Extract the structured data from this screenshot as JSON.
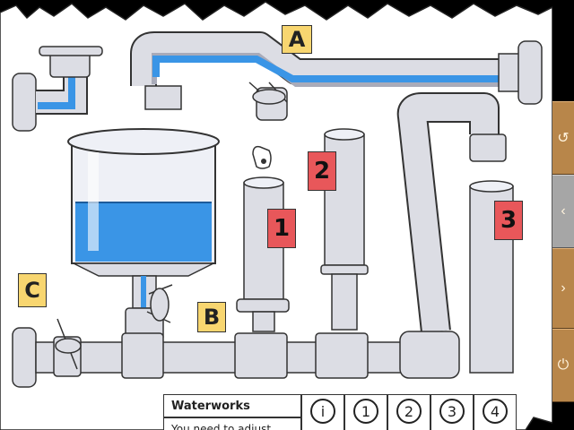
{
  "tags": {
    "a": "A",
    "b": "B",
    "c": "C",
    "one": "1",
    "two": "2",
    "three": "3"
  },
  "sidebar": {
    "undo_icon": "↺",
    "prev_icon": "‹",
    "next_icon": "›",
    "power_icon": "⏻"
  },
  "notebook": {
    "title": "Waterworks",
    "text": "You need to adjust...",
    "tabs": [
      "i",
      "1",
      "2",
      "3",
      "4"
    ]
  },
  "colors": {
    "water": "#3a95e6",
    "pipe": "#dcdde4",
    "pipe_shade": "#a9abb9",
    "tag_yellow": "#f8d670",
    "tag_red": "#e8575a",
    "side_button": "#b8864a"
  }
}
